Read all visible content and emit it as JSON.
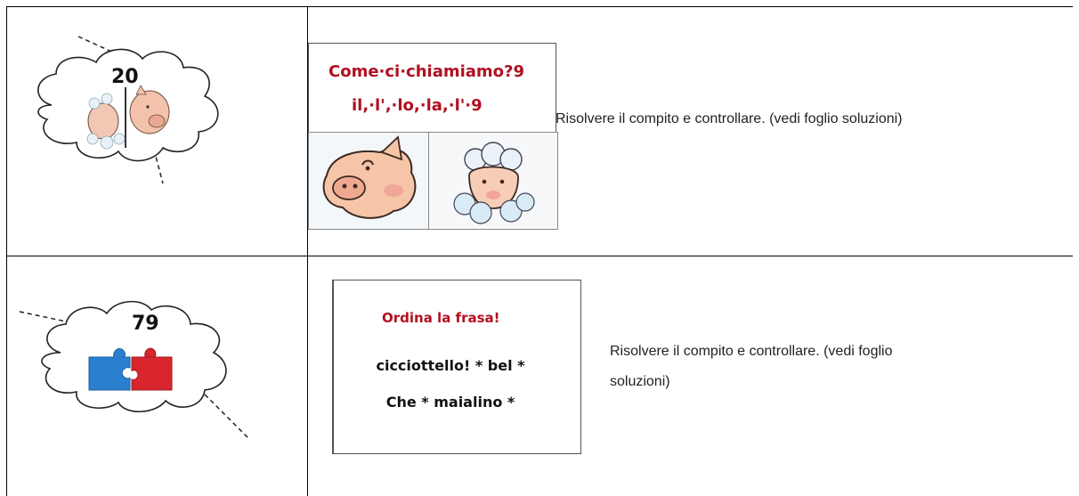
{
  "rows": [
    {
      "badge": "20",
      "card": {
        "title": "Come·ci·chiamiamo?9",
        "subtitle": "il,·l',·lo,·la,·l'·9"
      },
      "instruction": "Risolvere il compito e controllare. (vedi foglio soluzioni)",
      "icons": [
        "sheep-icon",
        "pig-icon"
      ]
    },
    {
      "badge": "79",
      "card": {
        "title": "Ordina la frasa!",
        "line1": "cicciottello! * bel *",
        "line2": "Che * maialino *"
      },
      "instruction_line1": "Risolvere il compito e controllare. (vedi foglio",
      "instruction_line2": "soluzioni)",
      "icons": [
        "puzzle-icon"
      ]
    }
  ],
  "colors": {
    "title_red": "#b01020",
    "puzzle_blue": "#2a7fd0",
    "puzzle_red": "#d8252e"
  }
}
